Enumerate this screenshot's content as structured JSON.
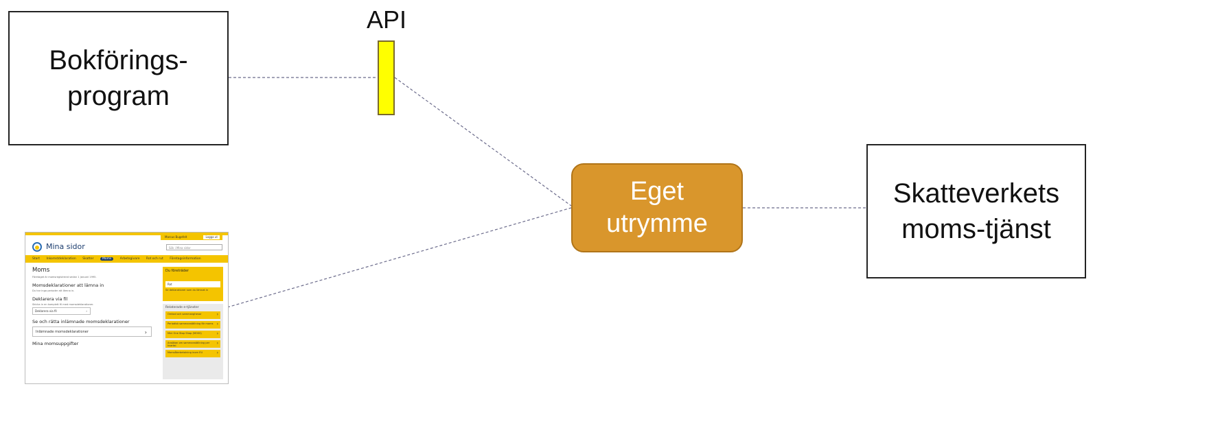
{
  "nodes": {
    "bokforing": [
      "Bokförings-",
      "program"
    ],
    "api": "API",
    "eget": [
      "Eget",
      "utrymme"
    ],
    "skatteverket": [
      "Skatteverkets",
      "moms-tjänst"
    ]
  },
  "colors": {
    "eget_fill": "#d9962c",
    "api_fill": "#ffff00",
    "edge": "#6a6a8a"
  },
  "screenshot": {
    "title": "Mina sidor",
    "user": "Marcus Bugefelt",
    "logout": "Logga ut",
    "search_placeholder": "Sök i Mina sidor",
    "nav": [
      "Start",
      "Inkomstdeklaration",
      "Skatter",
      "Moms",
      "Arbetsgivare",
      "Rot och rut",
      "Företagsinformation"
    ],
    "nav_active": "Moms",
    "heading": "Moms",
    "intro": "Företaget är momsregistrerat sedan 1 januari 1995.",
    "section1": "Momsdeklarationer att lämna in",
    "section1_note": "Du har inga perioder att lämna in.",
    "section2": "Deklarera via fil",
    "section2_note": "Skicka in en komplett fil med momsdeklarationer.",
    "section2_select": "Deklarera via fil",
    "section3": "Se och rätta inlämnade momsdeklarationer",
    "section3_select": "Inlämnade momsdeklarationer",
    "section4": "Mina momsuppgifter",
    "side_title": "Du företräder",
    "side_select": "Rot",
    "side_link": "Se deklarationer som du lämnat in",
    "related_title": "Relaterade e-tjänster",
    "related_items": [
      "Omkod och sammanghesar",
      "Periodisk sammanställning för moms",
      "Mini One Stop Shop (MOSS)",
      "Ansökan om sammanställning per kvartal",
      "Momsåterbetalning inom EU"
    ]
  }
}
